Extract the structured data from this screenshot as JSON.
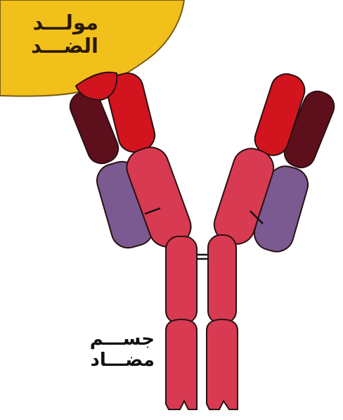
{
  "labels": {
    "antigen": [
      "مولـــد",
      "الضـــد"
    ],
    "antibody": [
      "جســـم",
      "مضـــاد"
    ]
  },
  "colors": {
    "antigen": "#f2c01a",
    "heavy_constant": "#d83a52",
    "heavy_variable": "#d2141e",
    "light_constant": "#7a5a90",
    "light_variable": "#5e0f1c",
    "outline": "#2a1012"
  }
}
